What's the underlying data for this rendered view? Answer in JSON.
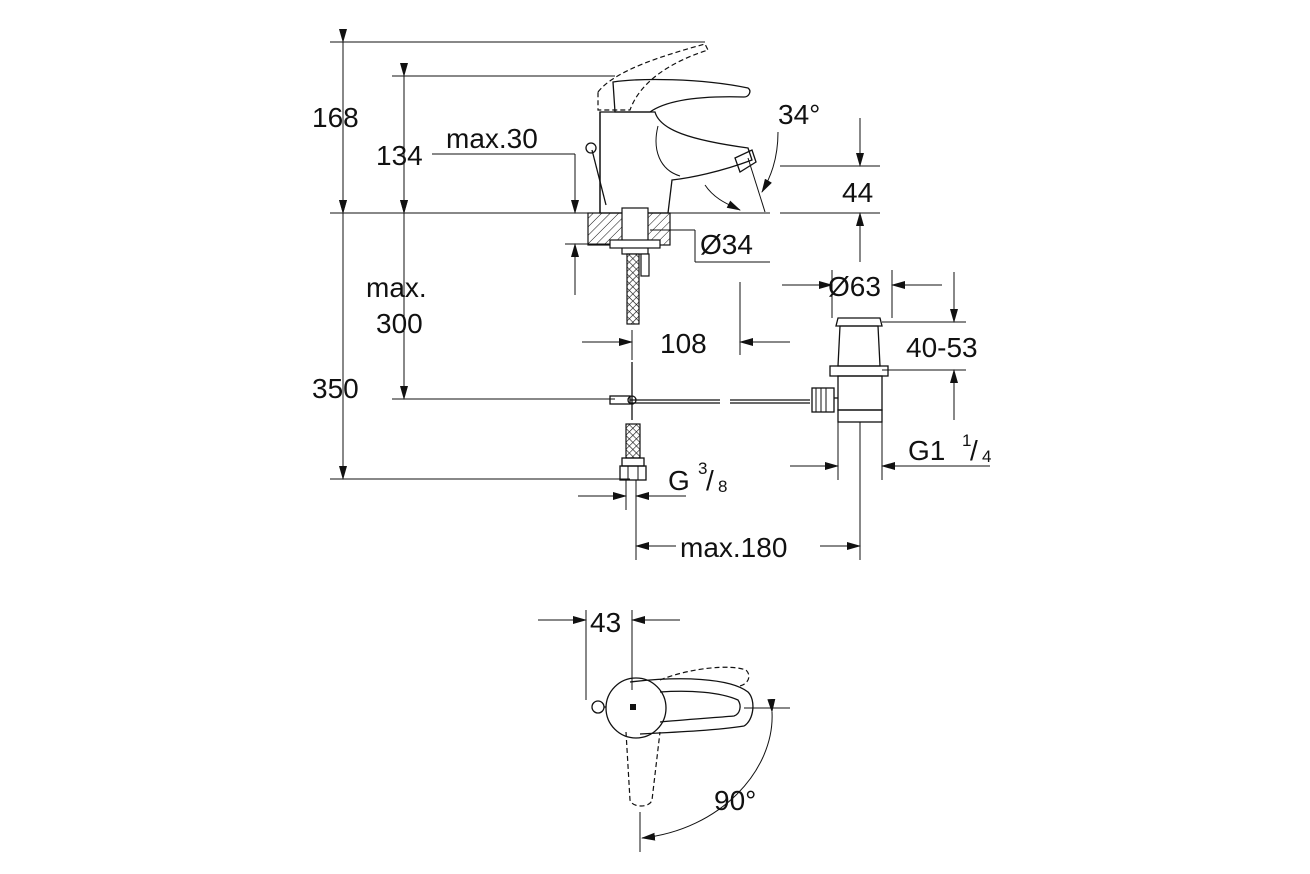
{
  "dimensions": {
    "h168": "168",
    "h134": "134",
    "max30": "max.30",
    "angle34": "34°",
    "h44": "44",
    "dia34": "Ø34",
    "dia63": "Ø63",
    "max_label": "max.",
    "max300": "300",
    "d108": "108",
    "range4053": "40-53",
    "h350": "350",
    "g1_main": "G1",
    "g1_num": "1",
    "g1_den": "4",
    "g_main": "G",
    "g_num": "3",
    "g_den": "8",
    "max180": "max.180",
    "d43": "43",
    "angle90": "90°"
  }
}
